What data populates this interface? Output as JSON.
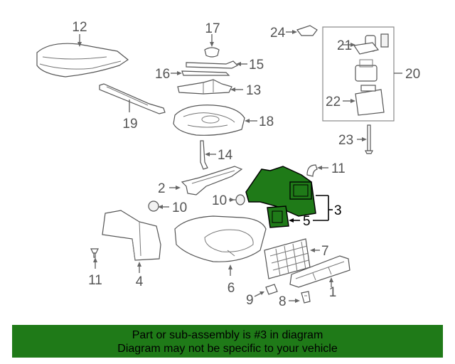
{
  "callouts": {
    "c1": "1",
    "c2": "2",
    "c3": "3",
    "c4": "4",
    "c5": "5",
    "c6": "6",
    "c7": "7",
    "c8": "8",
    "c9": "9",
    "c10a": "10",
    "c10b": "10",
    "c11a": "11",
    "c11b": "11",
    "c12": "12",
    "c13": "13",
    "c14": "14",
    "c15": "15",
    "c16": "16",
    "c17": "17",
    "c18": "18",
    "c19": "19",
    "c20": "20",
    "c21": "21",
    "c22": "22",
    "c23": "23",
    "c24": "24"
  },
  "highlight_color": "#1f7a18",
  "banner": {
    "line1": "Part or sub-assembly is #3 in diagram",
    "line2": "Diagram may not be specific to your vehicle"
  }
}
